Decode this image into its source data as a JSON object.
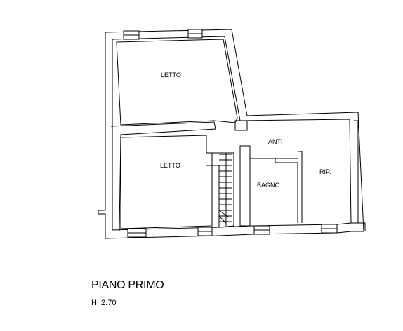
{
  "rooms": {
    "letto_upper": "LETTO",
    "letto_lower": "LETTO",
    "anti": "ANTI",
    "bagno": "BAGNO",
    "rip": "RIP."
  },
  "floor": {
    "title": "PIANO PRIMO",
    "height": "H. 2.70"
  },
  "colors": {
    "line": "#000000",
    "background": "#ffffff"
  }
}
